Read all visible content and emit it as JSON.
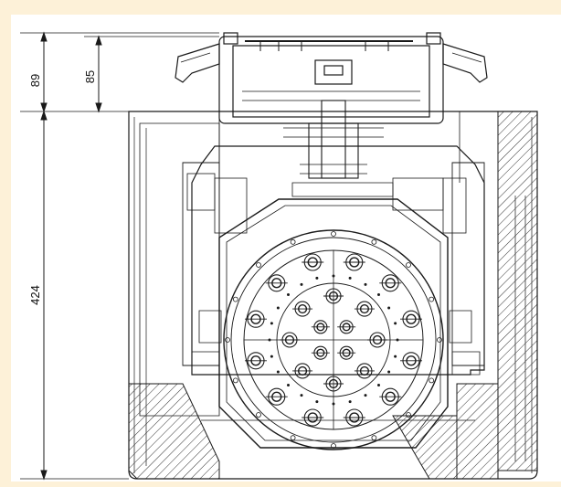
{
  "background": {
    "band_color": "#fdf1d8",
    "paper_color": "#ffffff",
    "line_color": "#1a1a1a"
  },
  "dimensions": [
    {
      "label": "89",
      "value": 89
    },
    {
      "label": "85",
      "value": 85
    },
    {
      "label": "424",
      "value": 424
    }
  ],
  "gobo_wheel": {
    "outer_slot_count": 12,
    "inner_slot_count": 8,
    "core_slot_count": 4
  }
}
